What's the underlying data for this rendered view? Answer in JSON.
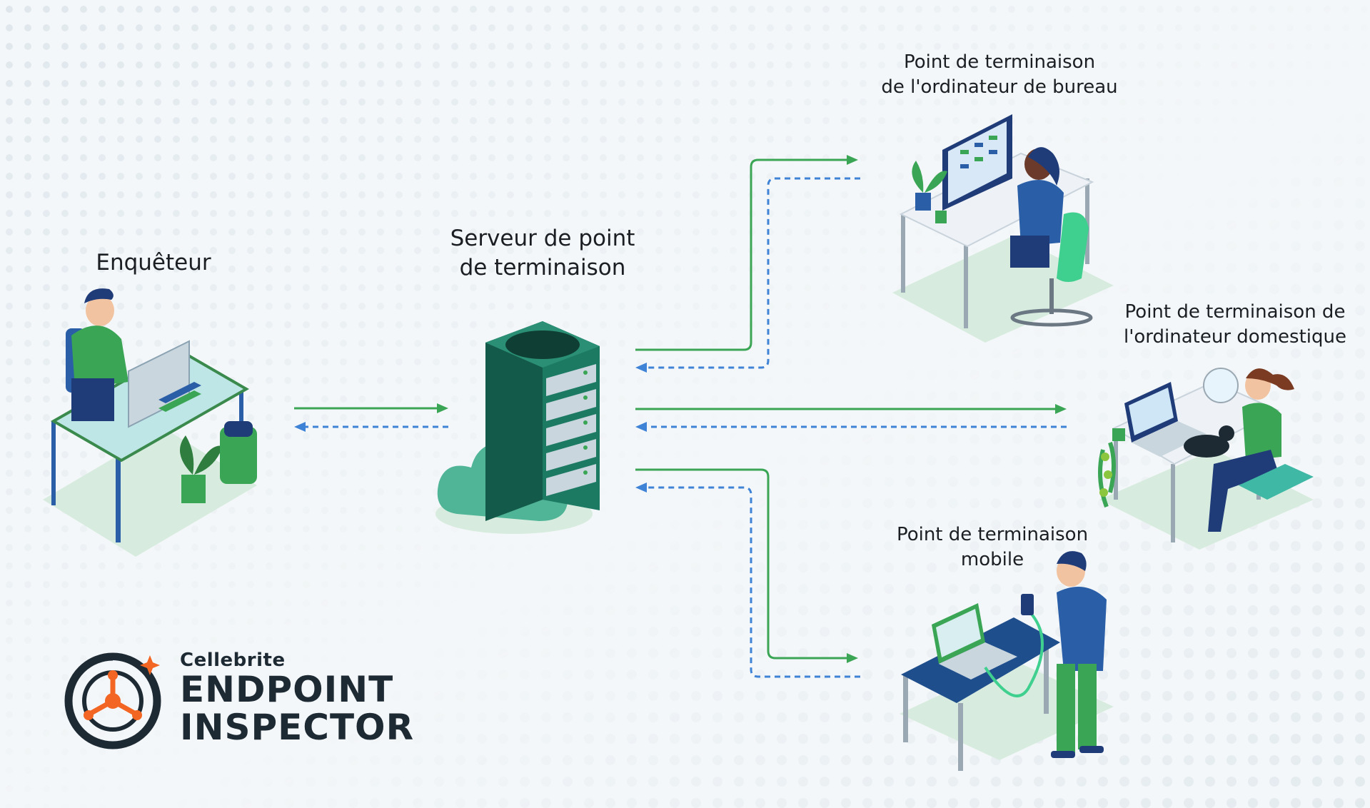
{
  "nodes": {
    "investigator": {
      "label_lines": [
        "Enquêteur"
      ]
    },
    "server": {
      "label_lines": [
        "Serveur de point",
        "de terminaison"
      ]
    },
    "desktop": {
      "label_lines": [
        "Point de terminaison",
        "de l'ordinateur de bureau"
      ]
    },
    "home": {
      "label_lines": [
        "Point de terminaison de",
        "l'ordinateur domestique"
      ]
    },
    "mobile": {
      "label_lines": [
        "Point de terminaison",
        "mobile"
      ]
    }
  },
  "logo": {
    "brand": "Cellebrite",
    "product_lines": [
      "ENDPOINT",
      "INSPECTOR"
    ]
  },
  "colors": {
    "arrow_solid": "#3aa655",
    "arrow_dashed": "#3f83d6",
    "logo_orange": "#f26522",
    "logo_dark": "#1d2a33"
  }
}
